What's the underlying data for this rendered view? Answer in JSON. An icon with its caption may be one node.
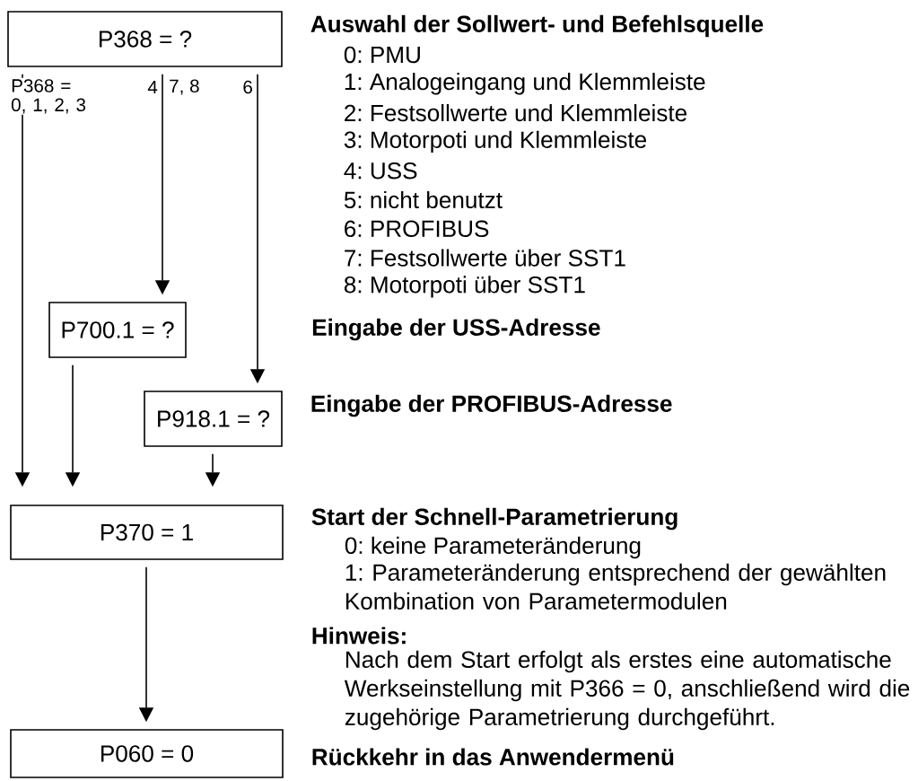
{
  "diagram": {
    "nodes": [
      {
        "text": [
          "P368 = ?"
        ],
        "beside": [
          "Auswahl der Sollwert- und Befehlsquelle",
          "0: PMU",
          "1: Analogeingang und Klemmleiste",
          "2: Festsollwerte und Klemmleiste",
          "3: Motorpoti und Klemmleiste",
          "4: USS",
          "5: nicht benutzt",
          "6: PROFIBUS",
          "7: Festsollwerte über SST1",
          "8: Motorpoti über SST1"
        ]
      },
      {
        "text": [
          "P700.1 = ?"
        ]
      },
      {
        "text": [
          "P918.1 = ?"
        ],
        "beside": [
          "Eingabe der PROFIBUS-Adresse"
        ]
      },
      {
        "text": [
          "P370 = 1"
        ],
        "beside": [
          "Start der Schnell-Parametrierung",
          "0: keine Parameteränderung",
          "1: Parameteränderung entsprechend der gewählten Kombination von Parametermodulen",
          "Hinweis:",
          "Nach dem Start erfolgt als erstes eine automatische Werkseinstellung mit P366 = 0, anschließend wird die zugehörige Parametrierung durchgeführt."
        ]
      },
      {
        "text": [
          "P060 = 0"
        ],
        "beside": [
          "Rückkehr in das Anwendermenü"
        ]
      }
    ],
    "edges": [
      {
        "from": 0,
        "to": 3,
        "arrow": "to",
        "label": "P368 = 0, 1, 2, 3"
      },
      {
        "from": 0,
        "to": 1,
        "arrow": "to",
        "label": "4"
      },
      {
        "from": 0,
        "to": 2,
        "arrow": "to",
        "label": "6"
      },
      {
        "from": 1,
        "to": 3,
        "arrow": "to"
      },
      {
        "from": 2,
        "to": 3,
        "arrow": "to"
      },
      {
        "from": 3,
        "to": 4,
        "arrow": "to"
      }
    ],
    "labels": [
      "7, 8",
      "Eingabe der USS-Adresse"
    ]
  }
}
